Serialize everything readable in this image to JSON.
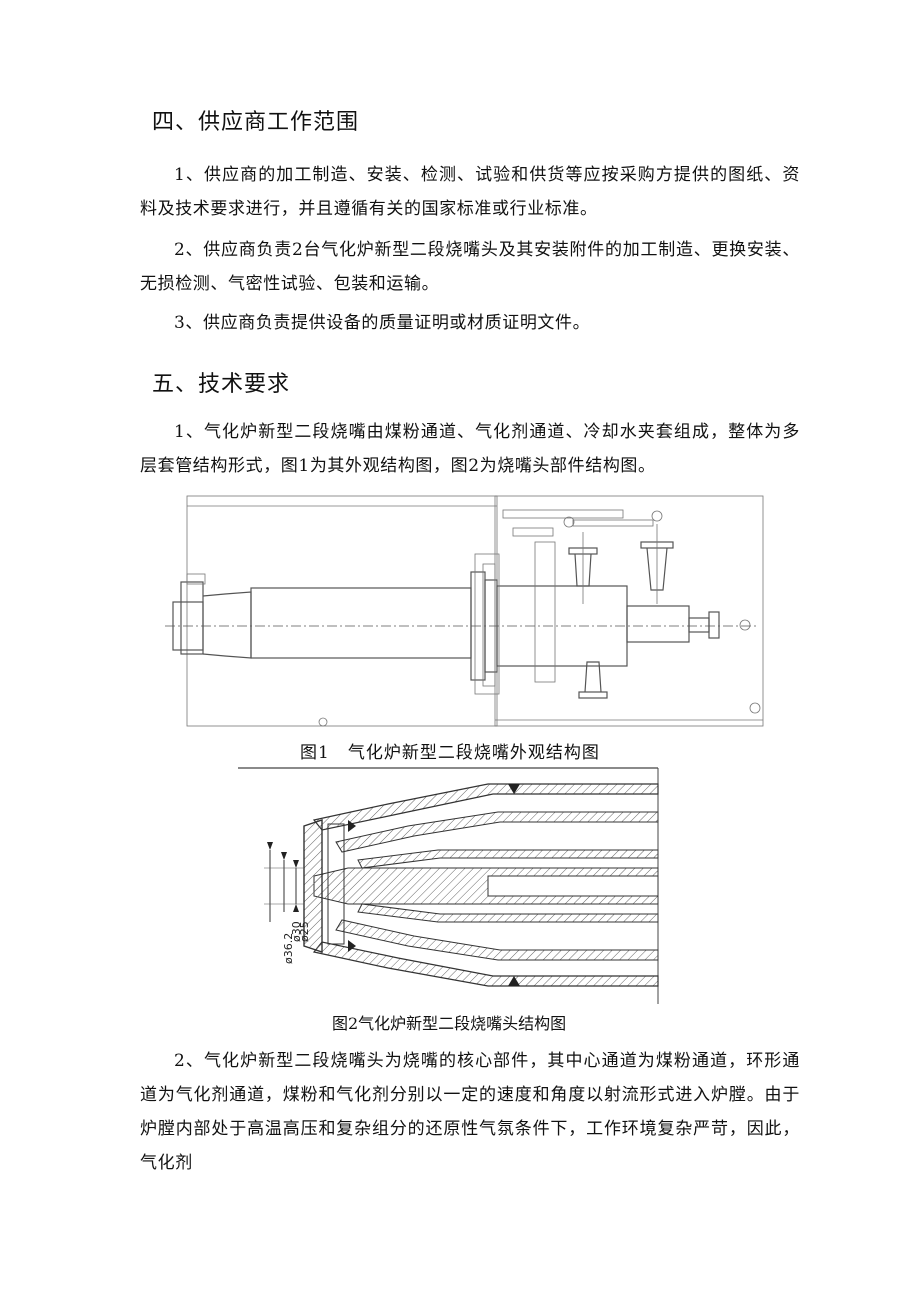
{
  "section4": {
    "heading": "四、供应商工作范围",
    "items": [
      "1、供应商的加工制造、安装、检测、试验和供货等应按采购方提供的图纸、资料及技术要求进行，并且遵循有关的国家标准或行业标准。",
      "2、供应商负责2台气化炉新型二段烧嘴头及其安装附件的加工制造、更换安装、无损检测、气密性试验、包装和运输。",
      "3、供应商负责提供设备的质量证明或材质证明文件。"
    ]
  },
  "section5": {
    "heading": "五、技术要求",
    "item1": "1、气化炉新型二段烧嘴由煤粉通道、气化剂通道、冷却水夹套组成，整体为多层套管结构形式，图1为其外观结构图，图2为烧嘴头部件结构图。",
    "item2": "2、气化炉新型二段烧嘴头为烧嘴的核心部件，其中心通道为煤粉通道，环形通道为气化剂通道，煤粉和气化剂分别以一定的速度和角度以射流形式进入炉膛。由于炉膛内部处于高温高压和复杂组分的还原性气氛条件下，工作环境复杂严苛，因此，气化剂"
  },
  "figure1": {
    "caption": "图1　气化炉新型二段烧嘴外观结构图"
  },
  "figure2": {
    "caption": "图2气化炉新型二段烧嘴头结构图",
    "dims": [
      "ø36.2",
      "ø30",
      "ø25"
    ]
  }
}
